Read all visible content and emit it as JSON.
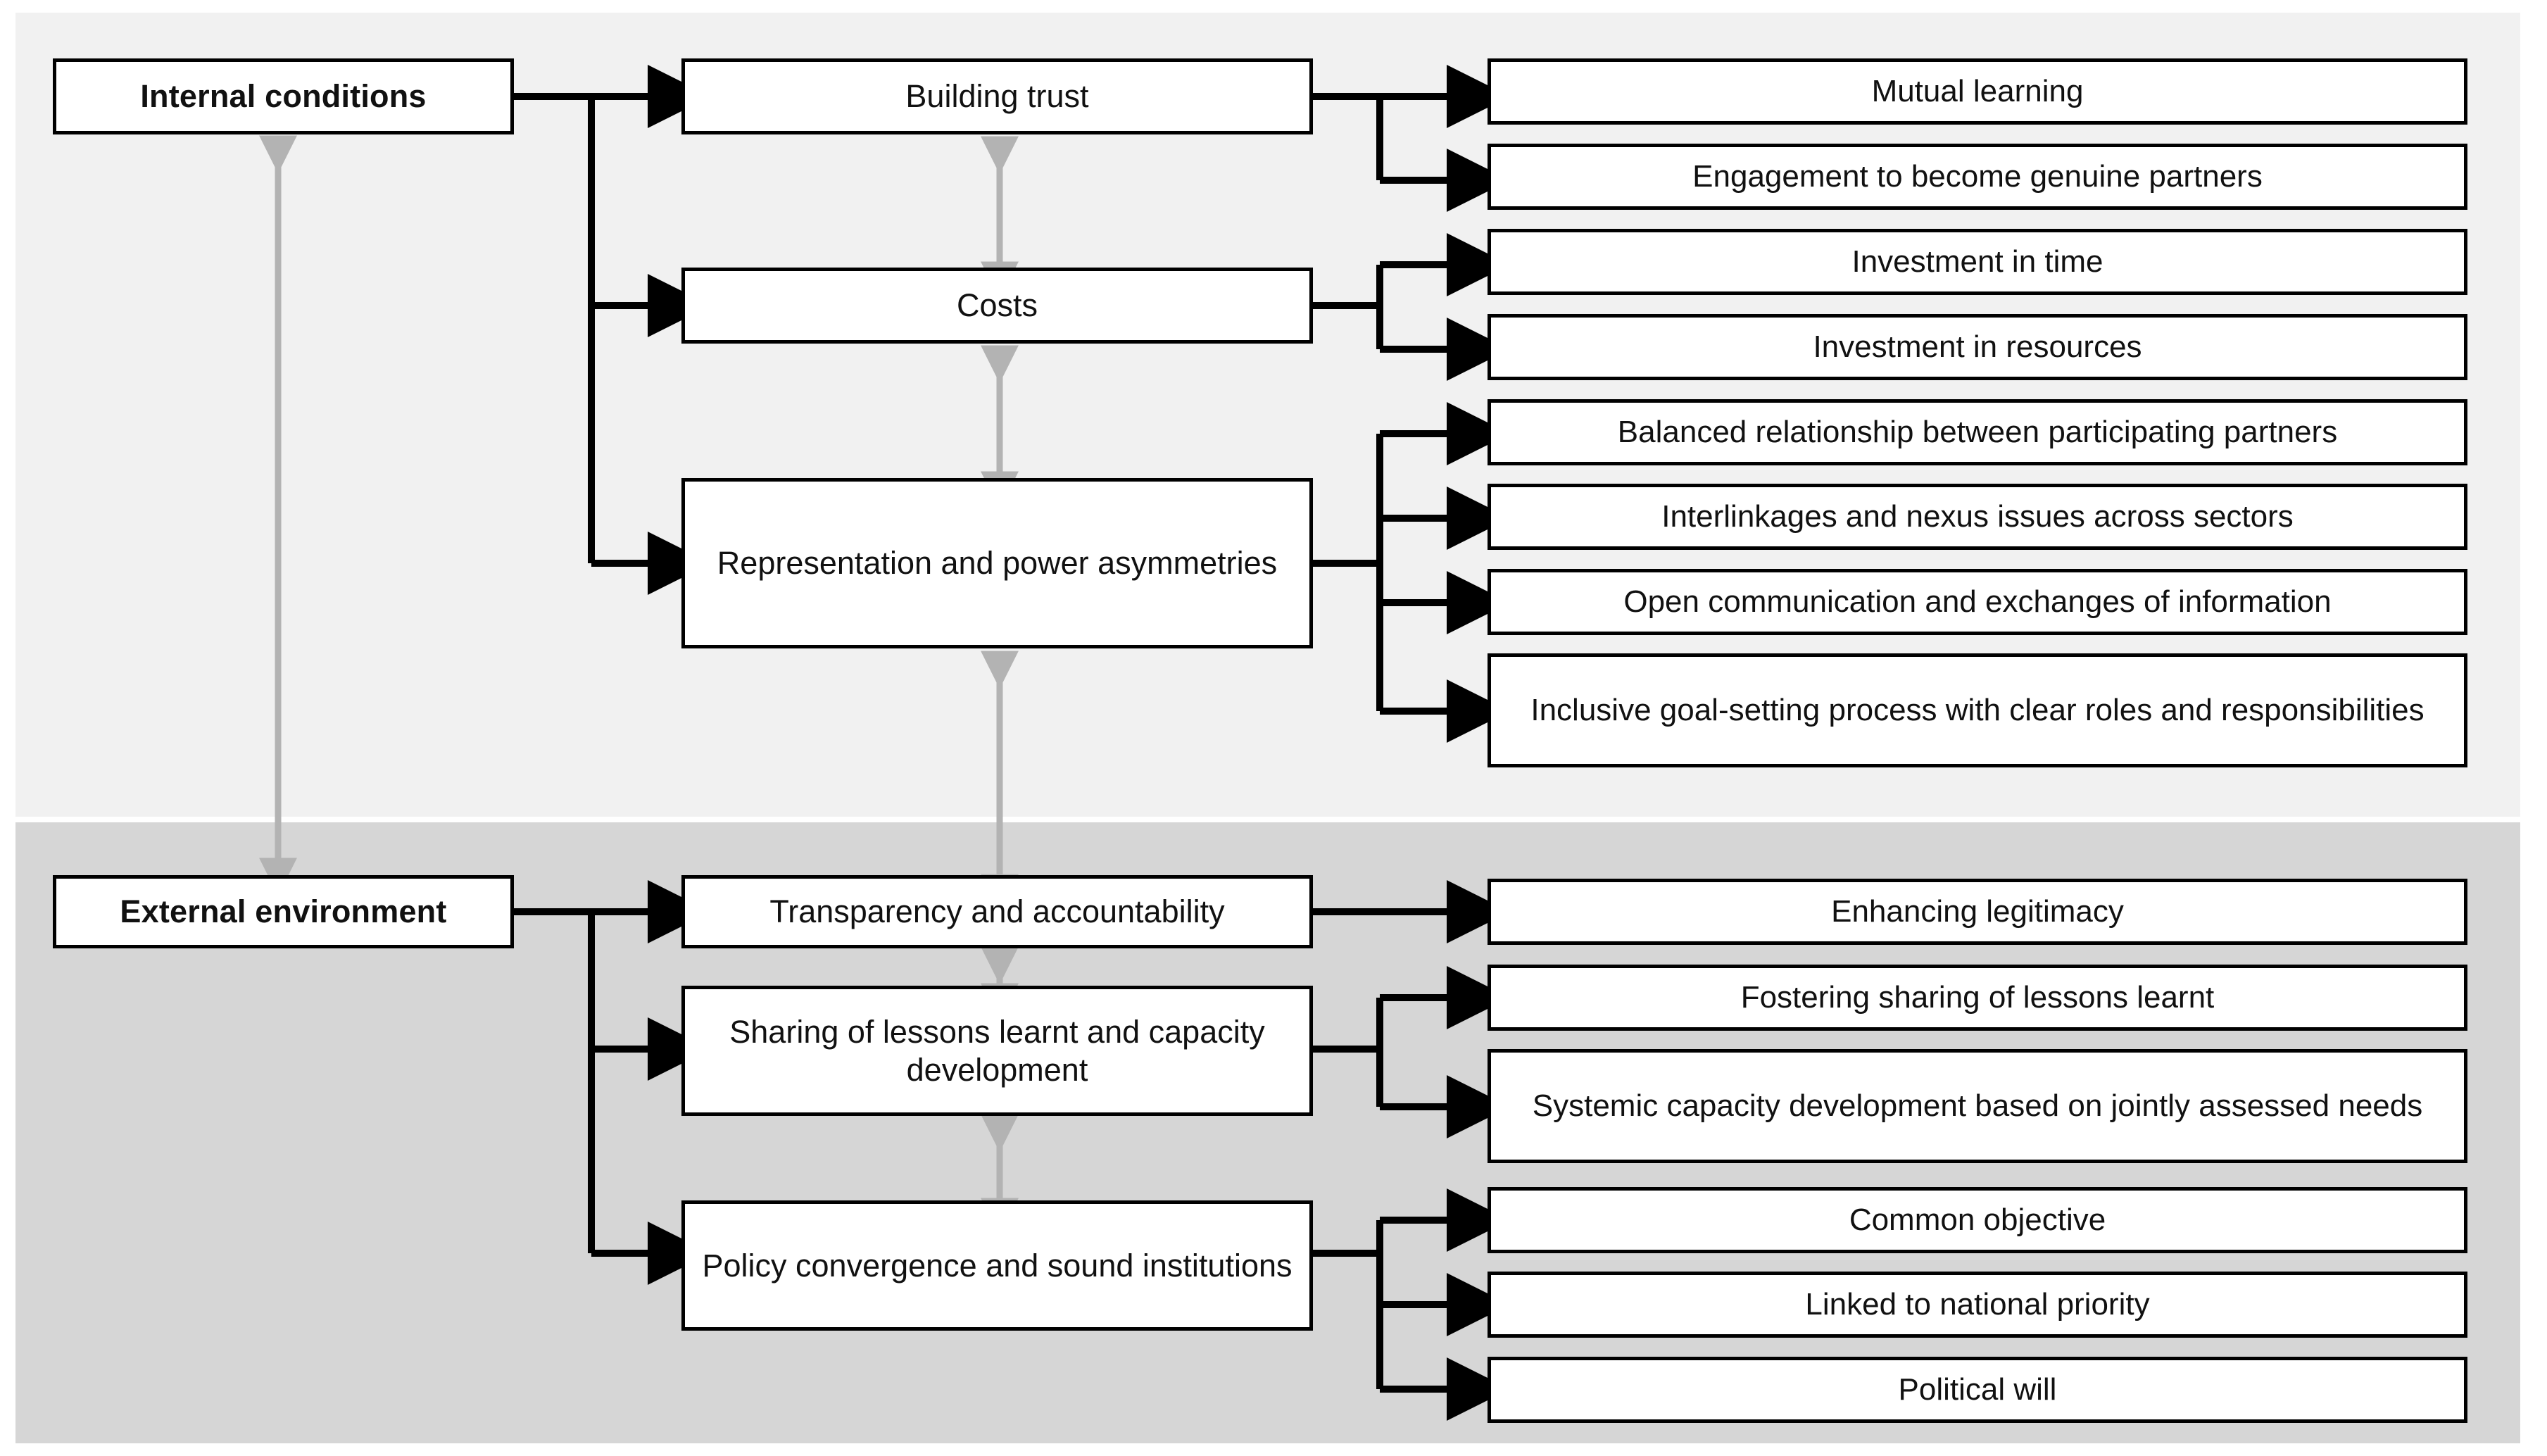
{
  "figure": {
    "type": "flow-diagram",
    "background": "#ffffff",
    "sections": [
      {
        "id": "internal",
        "header": "Internal conditions",
        "panel_color": "#f1f1f1",
        "groups": [
          {
            "label": "Building trust",
            "leaves": [
              "Mutual learning",
              "Engagement to become genuine partners"
            ]
          },
          {
            "label": "Costs",
            "leaves": [
              "Investment in time",
              "Investment in resources"
            ]
          },
          {
            "label": "Representation and power asymmetries",
            "leaves": [
              "Balanced relationship between participating partners",
              "Interlinkages and nexus issues across sectors",
              "Open communication and exchanges of information",
              "Inclusive goal-setting process with clear roles and responsibilities"
            ]
          }
        ]
      },
      {
        "id": "external",
        "header": "External environment",
        "panel_color": "#d6d6d6",
        "groups": [
          {
            "label": "Transparency and accountability",
            "leaves": [
              "Enhancing legitimacy"
            ]
          },
          {
            "label": "Sharing of lessons learnt and capacity development",
            "leaves": [
              "Fostering sharing of lessons learnt",
              "Systemic capacity development based on jointly assessed needs"
            ]
          },
          {
            "label": "Policy convergence and sound institutions",
            "leaves": [
              "Common objective",
              "Linked to national priority",
              "Political will"
            ]
          }
        ]
      }
    ],
    "connectors": {
      "flow_arrow_color": "#000000",
      "bidirectional_arrow_color": "#b3b3b3",
      "bidirectional_links": [
        "Internal conditions ↔ External environment",
        "Building trust ↔ Costs",
        "Costs ↔ Representation and power asymmetries",
        "Representation and power asymmetries ↔ Transparency and accountability",
        "Transparency and accountability ↔ Sharing of lessons learnt and capacity development",
        "Sharing of lessons learnt and capacity development ↔ Policy convergence and sound institutions"
      ]
    }
  },
  "nodes": {
    "internal_header": "Internal conditions",
    "external_header": "External environment",
    "i_g1": "Building trust",
    "i_g2": "Costs",
    "i_g3": "Representation and power asymmetries",
    "i_l1": "Mutual learning",
    "i_l2": "Engagement to become genuine partners",
    "i_l3": "Investment in time",
    "i_l4": "Investment in resources",
    "i_l5": "Balanced relationship between participating partners",
    "i_l6": "Interlinkages and nexus issues across sectors",
    "i_l7": "Open communication and exchanges of information",
    "i_l8": "Inclusive goal-setting process with clear roles and responsibilities",
    "e_g1": "Transparency and accountability",
    "e_g2": "Sharing of lessons learnt and capacity development",
    "e_g3": "Policy convergence and sound institutions",
    "e_l1": "Enhancing legitimacy",
    "e_l2": "Fostering sharing of lessons learnt",
    "e_l3": "Systemic capacity development based on jointly assessed needs",
    "e_l4": "Common objective",
    "e_l5": "Linked to national priority",
    "e_l6": "Political will"
  }
}
